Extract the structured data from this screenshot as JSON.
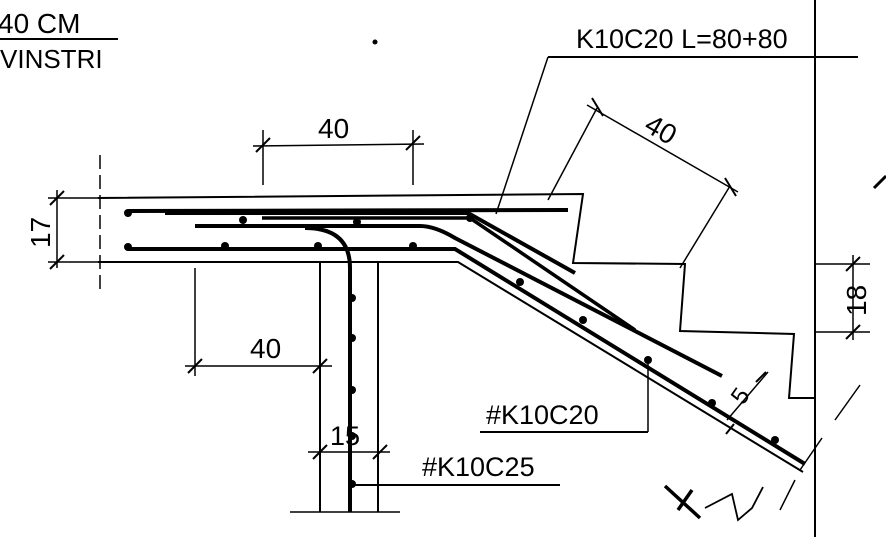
{
  "title_block": {
    "line1": "40 CM",
    "line2": "VINSTRI"
  },
  "labels": {
    "main_bar": "K10C20 L=80+80",
    "dim_top_40": "40",
    "dim_slope_40": "40",
    "dim_left_40": "40",
    "dim_17": "17",
    "dim_18": "18",
    "dim_15": "15",
    "dim_5": "5",
    "bar_k10c20": "#K10C20",
    "bar_k10c25": "#K10C25"
  },
  "colors": {
    "ink": "#000000",
    "paper": "#ffffff"
  }
}
